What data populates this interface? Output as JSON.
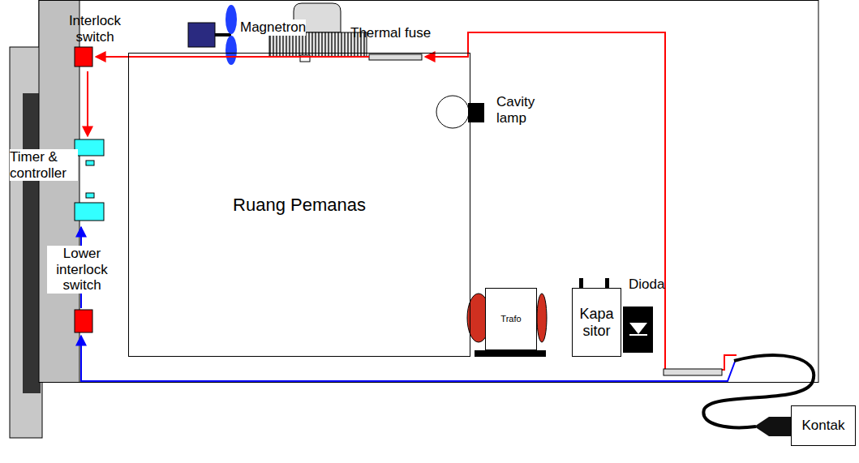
{
  "diagram": {
    "nodes": [
      {
        "text": [
          "Ruang Pemanas"
        ]
      },
      {
        "text": [
          "Trafo"
        ]
      },
      {
        "text": [
          "Kapa sitor"
        ]
      },
      {
        "text": [
          "Kontak"
        ]
      }
    ],
    "labels": [
      "Interlock switch",
      "Magnetron",
      "Thermal fuse",
      "Cavity lamp",
      "Timer & controller",
      "Lower interlock switch",
      "Dioda"
    ]
  }
}
